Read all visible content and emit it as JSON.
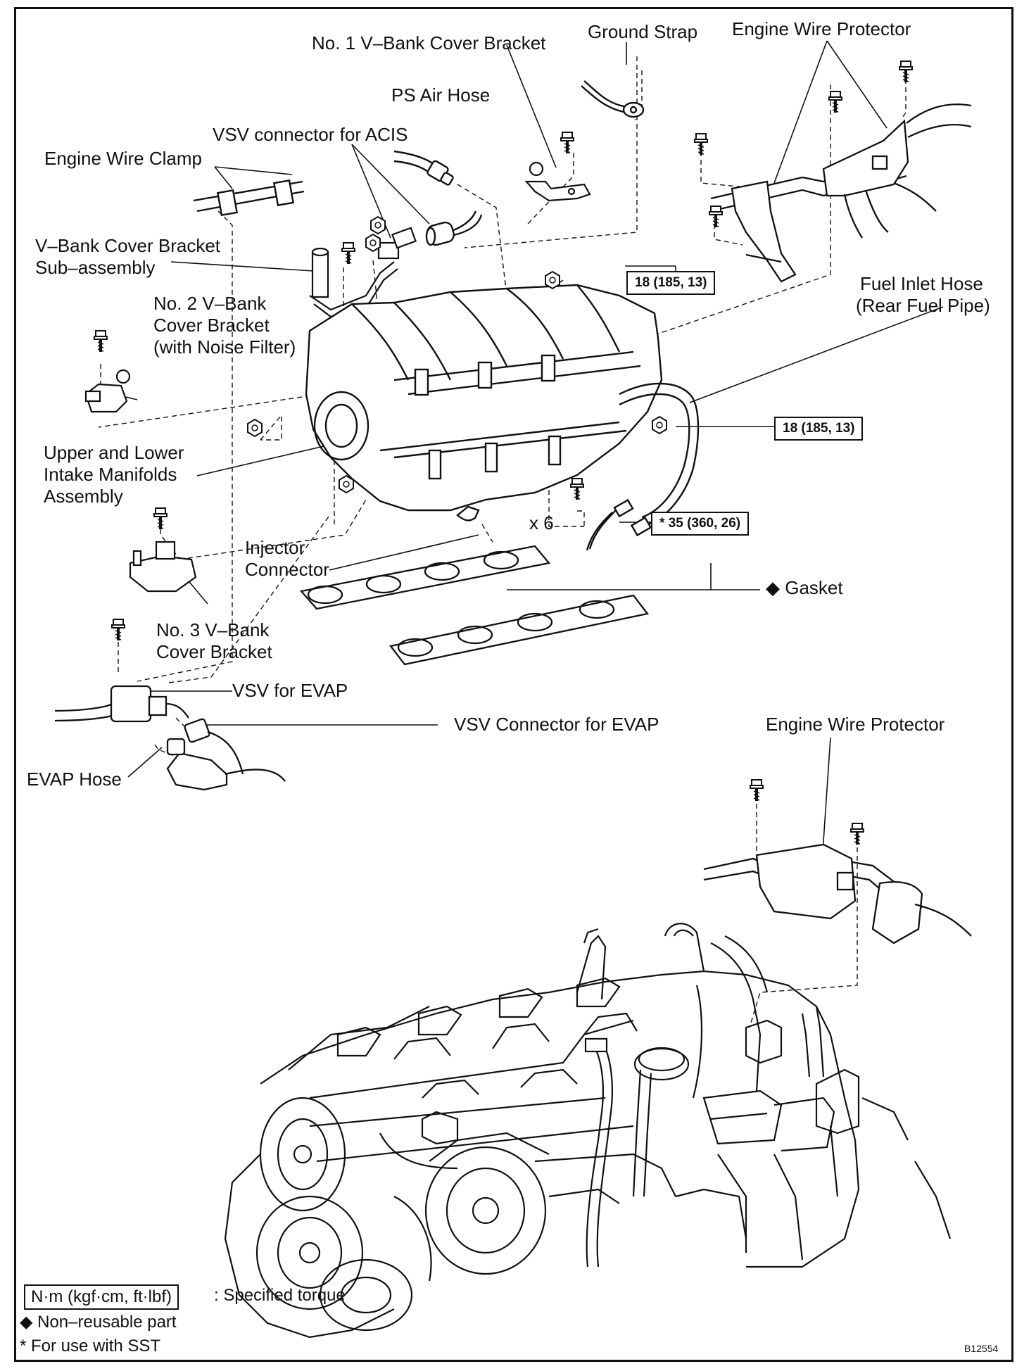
{
  "labels": {
    "no1_vbank_cover_bracket": "No. 1 V–Bank Cover Bracket",
    "ground_strap": "Ground Strap",
    "engine_wire_protector_top": "Engine Wire Protector",
    "ps_air_hose": "PS Air Hose",
    "vsv_connector_acis": "VSV connector for ACIS",
    "engine_wire_clamp": "Engine Wire Clamp",
    "vbank_cover_bracket_sub": [
      "V–Bank Cover Bracket",
      "Sub–assembly"
    ],
    "no2_vbank_cover_bracket": [
      "No. 2 V–Bank",
      "Cover Bracket",
      "(with Noise Filter)"
    ],
    "fuel_inlet_hose": [
      "Fuel Inlet Hose",
      "(Rear Fuel Pipe)"
    ],
    "upper_lower_intake": [
      "Upper and Lower",
      "Intake Manifolds",
      "Assembly"
    ],
    "x6": "x 6",
    "injector_connector": [
      "Injector",
      "Connector"
    ],
    "gasket": "◆ Gasket",
    "no3_vbank_cover_bracket": [
      "No. 3 V–Bank",
      "Cover Bracket"
    ],
    "vsv_evap": "VSV for EVAP",
    "vsv_connector_evap": "VSV Connector for EVAP",
    "evap_hose": "EVAP Hose",
    "engine_wire_protector_bottom": "Engine Wire Protector"
  },
  "torque": {
    "upper": "18 (185, 13)",
    "right": "18 (185, 13)",
    "sst": "* 35 (360, 26)"
  },
  "legend": {
    "unit_box": "N·m (kgf·cm, ft·lbf)",
    "specified_torque": ": Specified torque",
    "non_reusable": "◆ Non–reusable part",
    "sst": "* For use with SST"
  },
  "figure_code": "B12554"
}
